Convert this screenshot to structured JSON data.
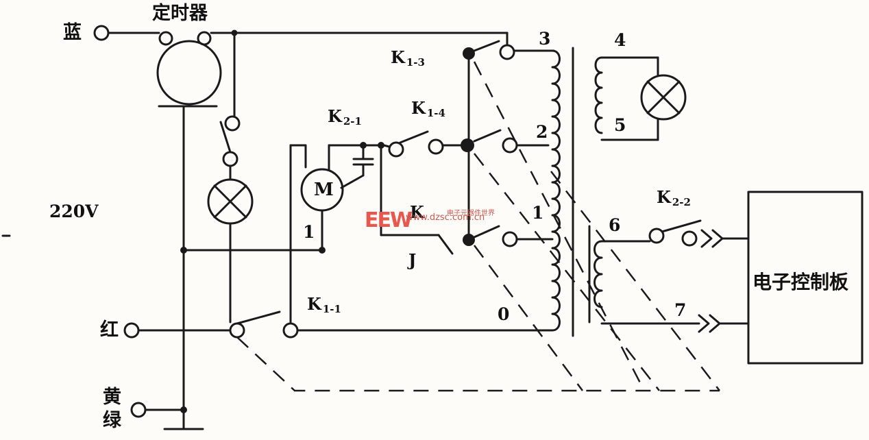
{
  "terminals": {
    "blue": "蓝",
    "red": "红",
    "yellow_green": [
      "黄",
      "绿"
    ]
  },
  "timer_label": "定时器",
  "voltage_label": "220V",
  "controller_label": "电子控制板",
  "contacts": {
    "k1_1": {
      "main": "K",
      "sub": "1-1"
    },
    "k1_3": {
      "main": "K",
      "sub": "1-3"
    },
    "k1_4": {
      "main": "K",
      "sub": "1-4"
    },
    "k2_1": {
      "main": "K",
      "sub": "2-1"
    },
    "k2_2": {
      "main": "K",
      "sub": "2-2"
    },
    "k_j": "K",
    "j": "J"
  },
  "motor_label": "M",
  "taps": {
    "t0": "0",
    "t1": "1",
    "t2": "2",
    "t3": "3",
    "t4": "4",
    "t5": "5",
    "t6": "6",
    "t7": "7",
    "node1": "1"
  },
  "watermark": {
    "logo": "EEW",
    "site": "www.dzsc.com.cn",
    "cn": "电子元器件世界"
  }
}
